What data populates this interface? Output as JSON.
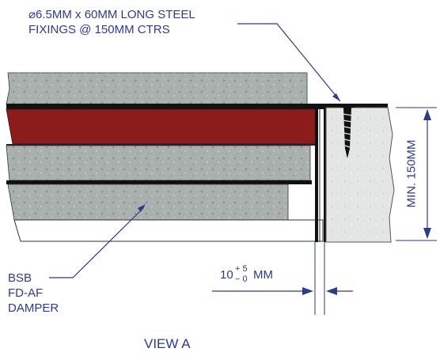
{
  "annotations": {
    "fixings_line1": "⌀6.5MM x 60MM LONG STEEL",
    "fixings_line2": "FIXINGS @ 150MM CTRS",
    "damper_line1": "BSB",
    "damper_line2": "FD-AF",
    "damper_line3": "DAMPER",
    "min_depth": "MIN. 150MM",
    "gap_base": "10",
    "gap_plus": "+ 5",
    "gap_minus": "− 0",
    "gap_unit": "MM",
    "view_title": "VIEW A"
  },
  "colors": {
    "annotation_text": "#2e3a8c",
    "leader_line": "#2e3a8c",
    "concrete": "#a9b0ae",
    "damper_blade": "#8c1b1b",
    "steel": "#111111",
    "wall": "#e3e6e5"
  }
}
